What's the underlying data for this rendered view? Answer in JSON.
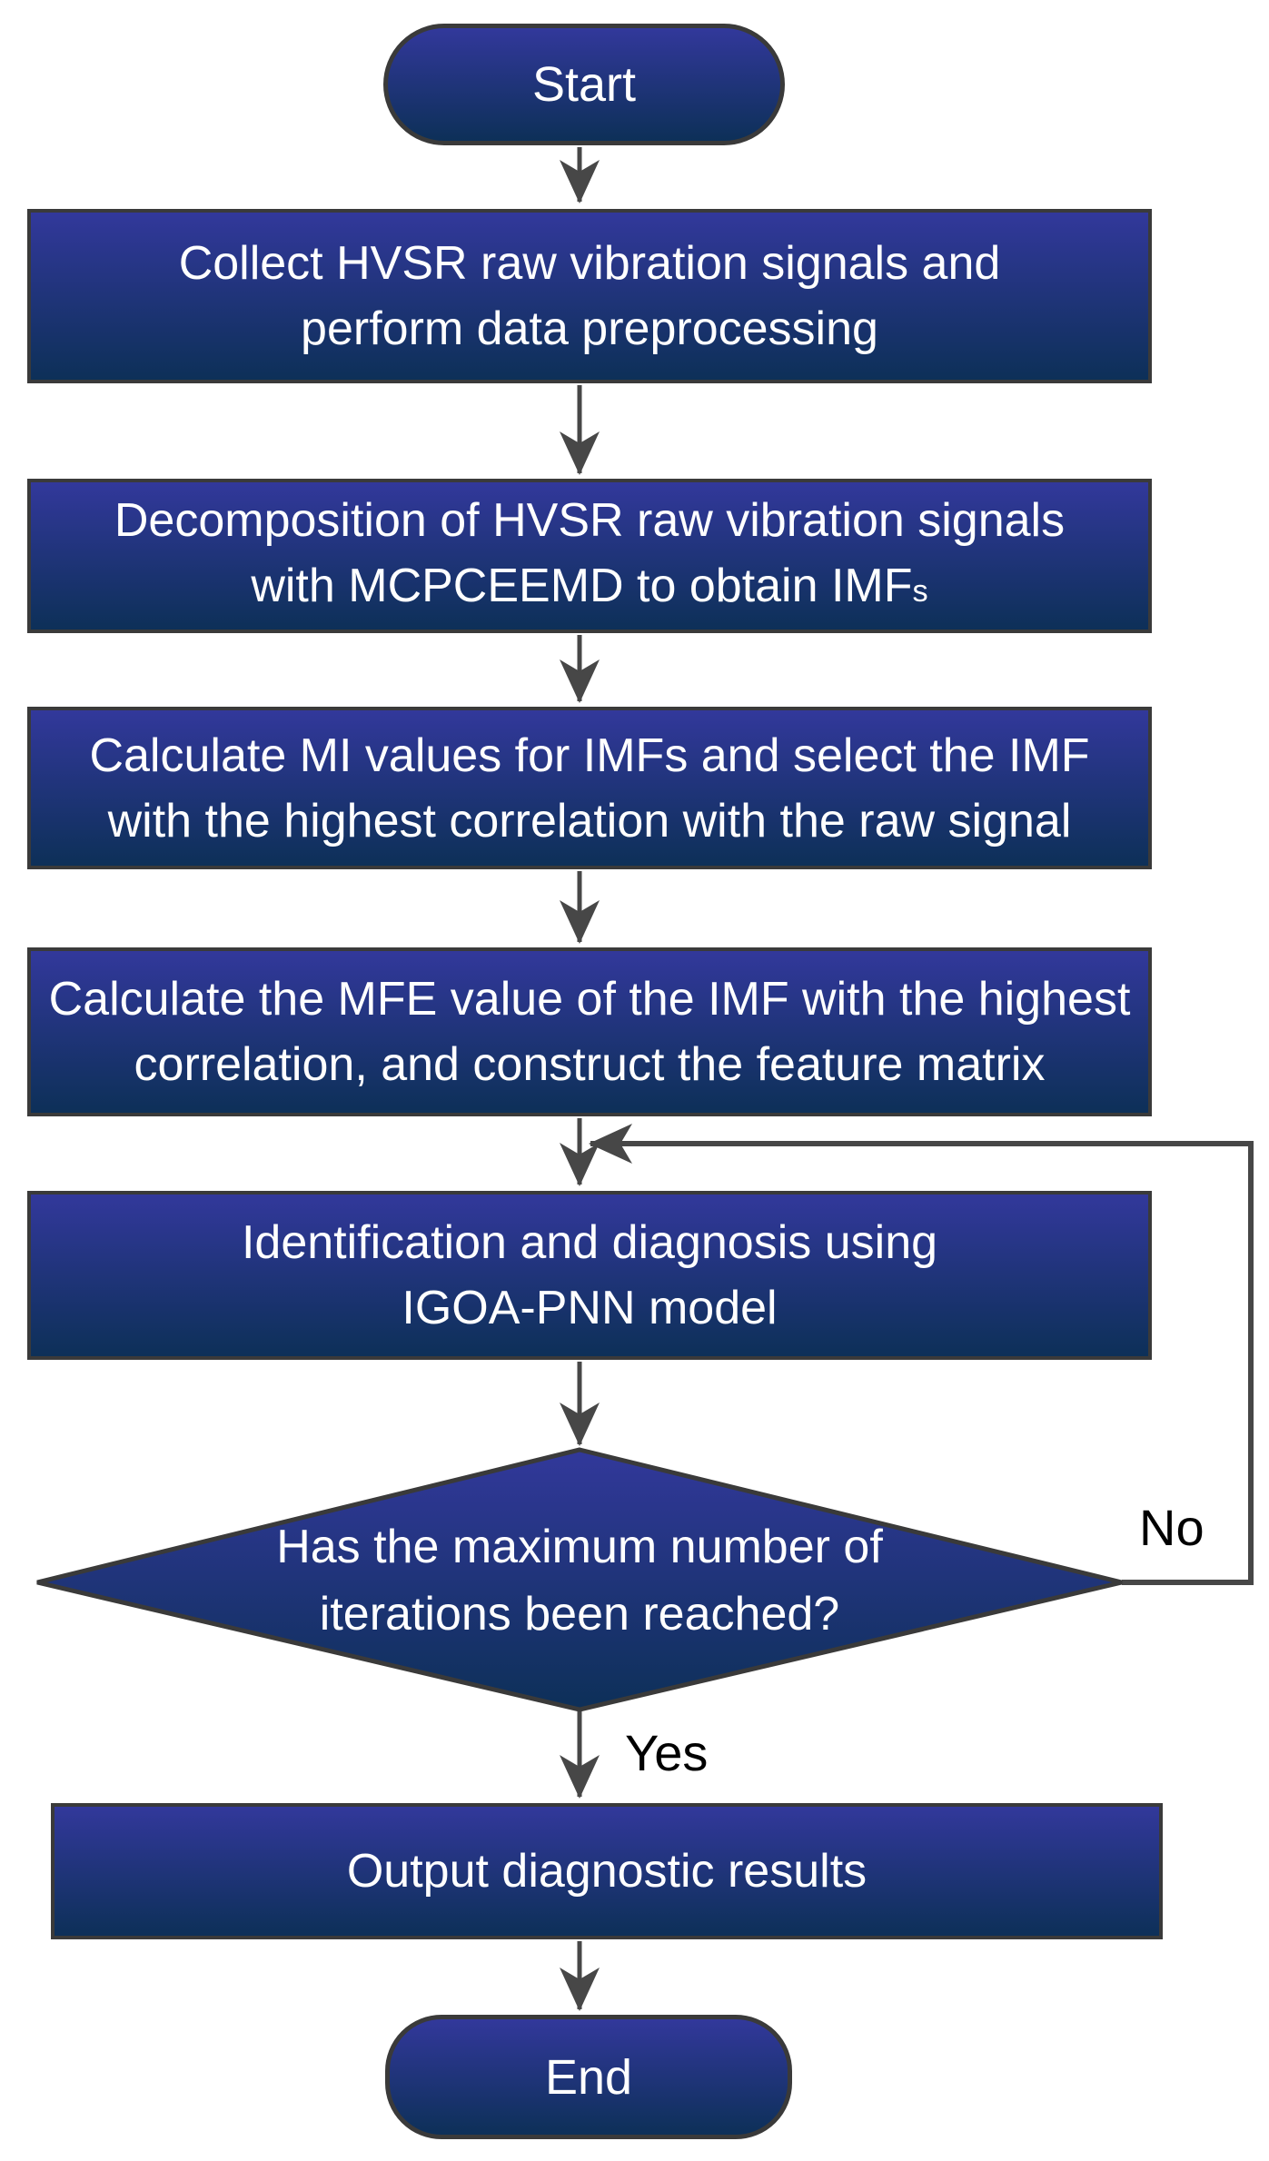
{
  "colors": {
    "background": "#FFFFFF",
    "node-top": "#32389B",
    "node-bottom": "#0D3058",
    "border": "#3A3A3A",
    "arrow": "#474747",
    "node-text": "#FFFFFF",
    "label-text": "#000000"
  },
  "flowchart": {
    "start": {
      "label": "Start"
    },
    "steps": [
      {
        "lines": [
          "Collect HVSR raw vibration signals and",
          "perform data preprocessing"
        ]
      },
      {
        "lines": [
          "Decomposition of HVSR raw vibration signals",
          "with MCPCEEMD to obtain IMF"
        ],
        "subscript": "s"
      },
      {
        "lines": [
          "Calculate MI values for IMFs and select the IMF",
          "with the highest correlation with the raw signal"
        ]
      },
      {
        "lines": [
          "Calculate the MFE value of the IMF with the highest",
          "correlation, and construct the feature matrix"
        ]
      },
      {
        "lines": [
          "Identification and diagnosis using",
          "IGOA-PNN model"
        ]
      }
    ],
    "decision": {
      "lines": [
        "Has the maximum number of",
        "iterations been reached?"
      ],
      "no_label": "No",
      "yes_label": "Yes"
    },
    "output": {
      "label": "Output diagnostic results"
    },
    "end": {
      "label": "End"
    }
  }
}
